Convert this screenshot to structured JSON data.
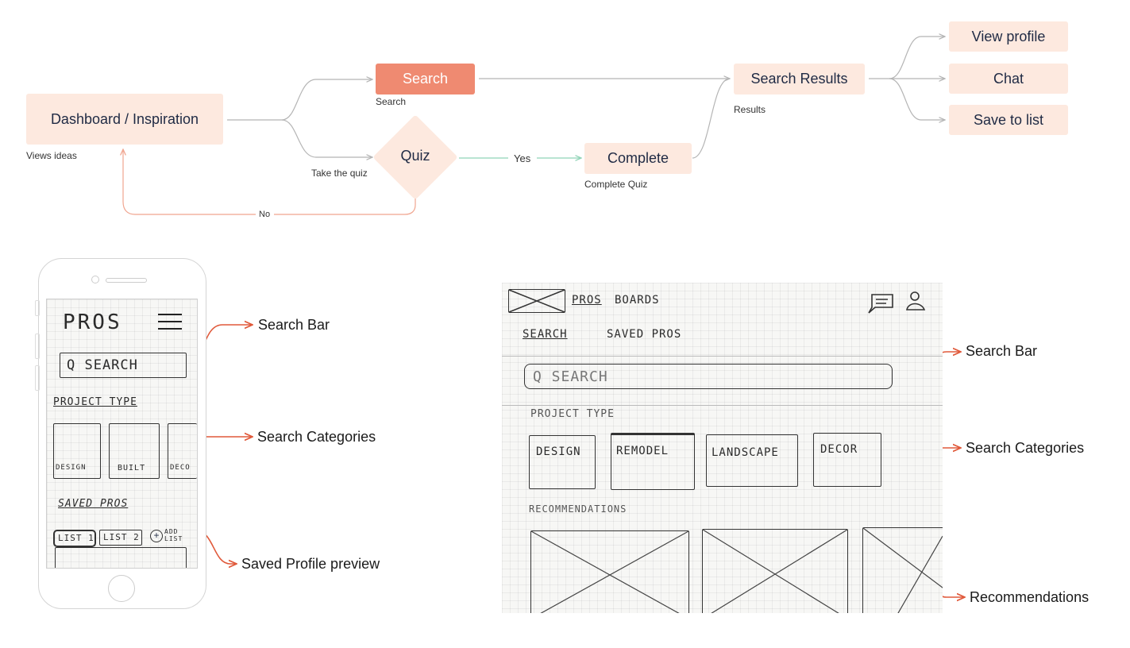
{
  "flow": {
    "dashboard": "Dashboard / Inspiration",
    "dashboard_caption": "Views ideas",
    "search": "Search",
    "search_caption": "Search",
    "quiz": "Quiz",
    "quiz_caption": "Take the quiz",
    "yes_label": "Yes",
    "no_label": "No",
    "complete": "Complete",
    "complete_caption": "Complete Quiz",
    "search_results": "Search Results",
    "results_caption": "Results",
    "view_profile": "View profile",
    "chat": "Chat",
    "save_to_list": "Save to list"
  },
  "colors": {
    "node_fill": "#fde9df",
    "primary_node": "#ef8a71",
    "connector": "#b5b5b5",
    "yes_connector": "#8fd3b6",
    "no_connector": "#f0a58f",
    "annotation_arrow": "#e0593a"
  },
  "mobile": {
    "logo": "PROS",
    "menu_icon": "hamburger-icon",
    "search": "Q SEARCH",
    "project_type": "PROJECT TYPE",
    "categories": [
      "DESIGN",
      "BUILT",
      "DECO"
    ],
    "saved_pros": "SAVED PROS",
    "lists": [
      "LIST 1",
      "LIST 2"
    ],
    "add_list": "ADD LIST"
  },
  "mobile_annotations": {
    "search_bar": "Search Bar",
    "search_categories": "Search Categories",
    "saved_profile_preview": "Saved Profile preview"
  },
  "desktop": {
    "nav": [
      "PROS",
      "BOARDS"
    ],
    "tabs": [
      "SEARCH",
      "SAVED PROS"
    ],
    "search": "Q SEARCH",
    "project_type": "PROJECT TYPE",
    "categories": [
      "DESIGN",
      "REMODEL",
      "LANDSCAPE",
      "DECOR"
    ],
    "recommendations": "RECOMMENDATIONS"
  },
  "desktop_annotations": {
    "search_bar": "Search Bar",
    "search_categories": "Search Categories",
    "recommendations": "Recommendations"
  }
}
